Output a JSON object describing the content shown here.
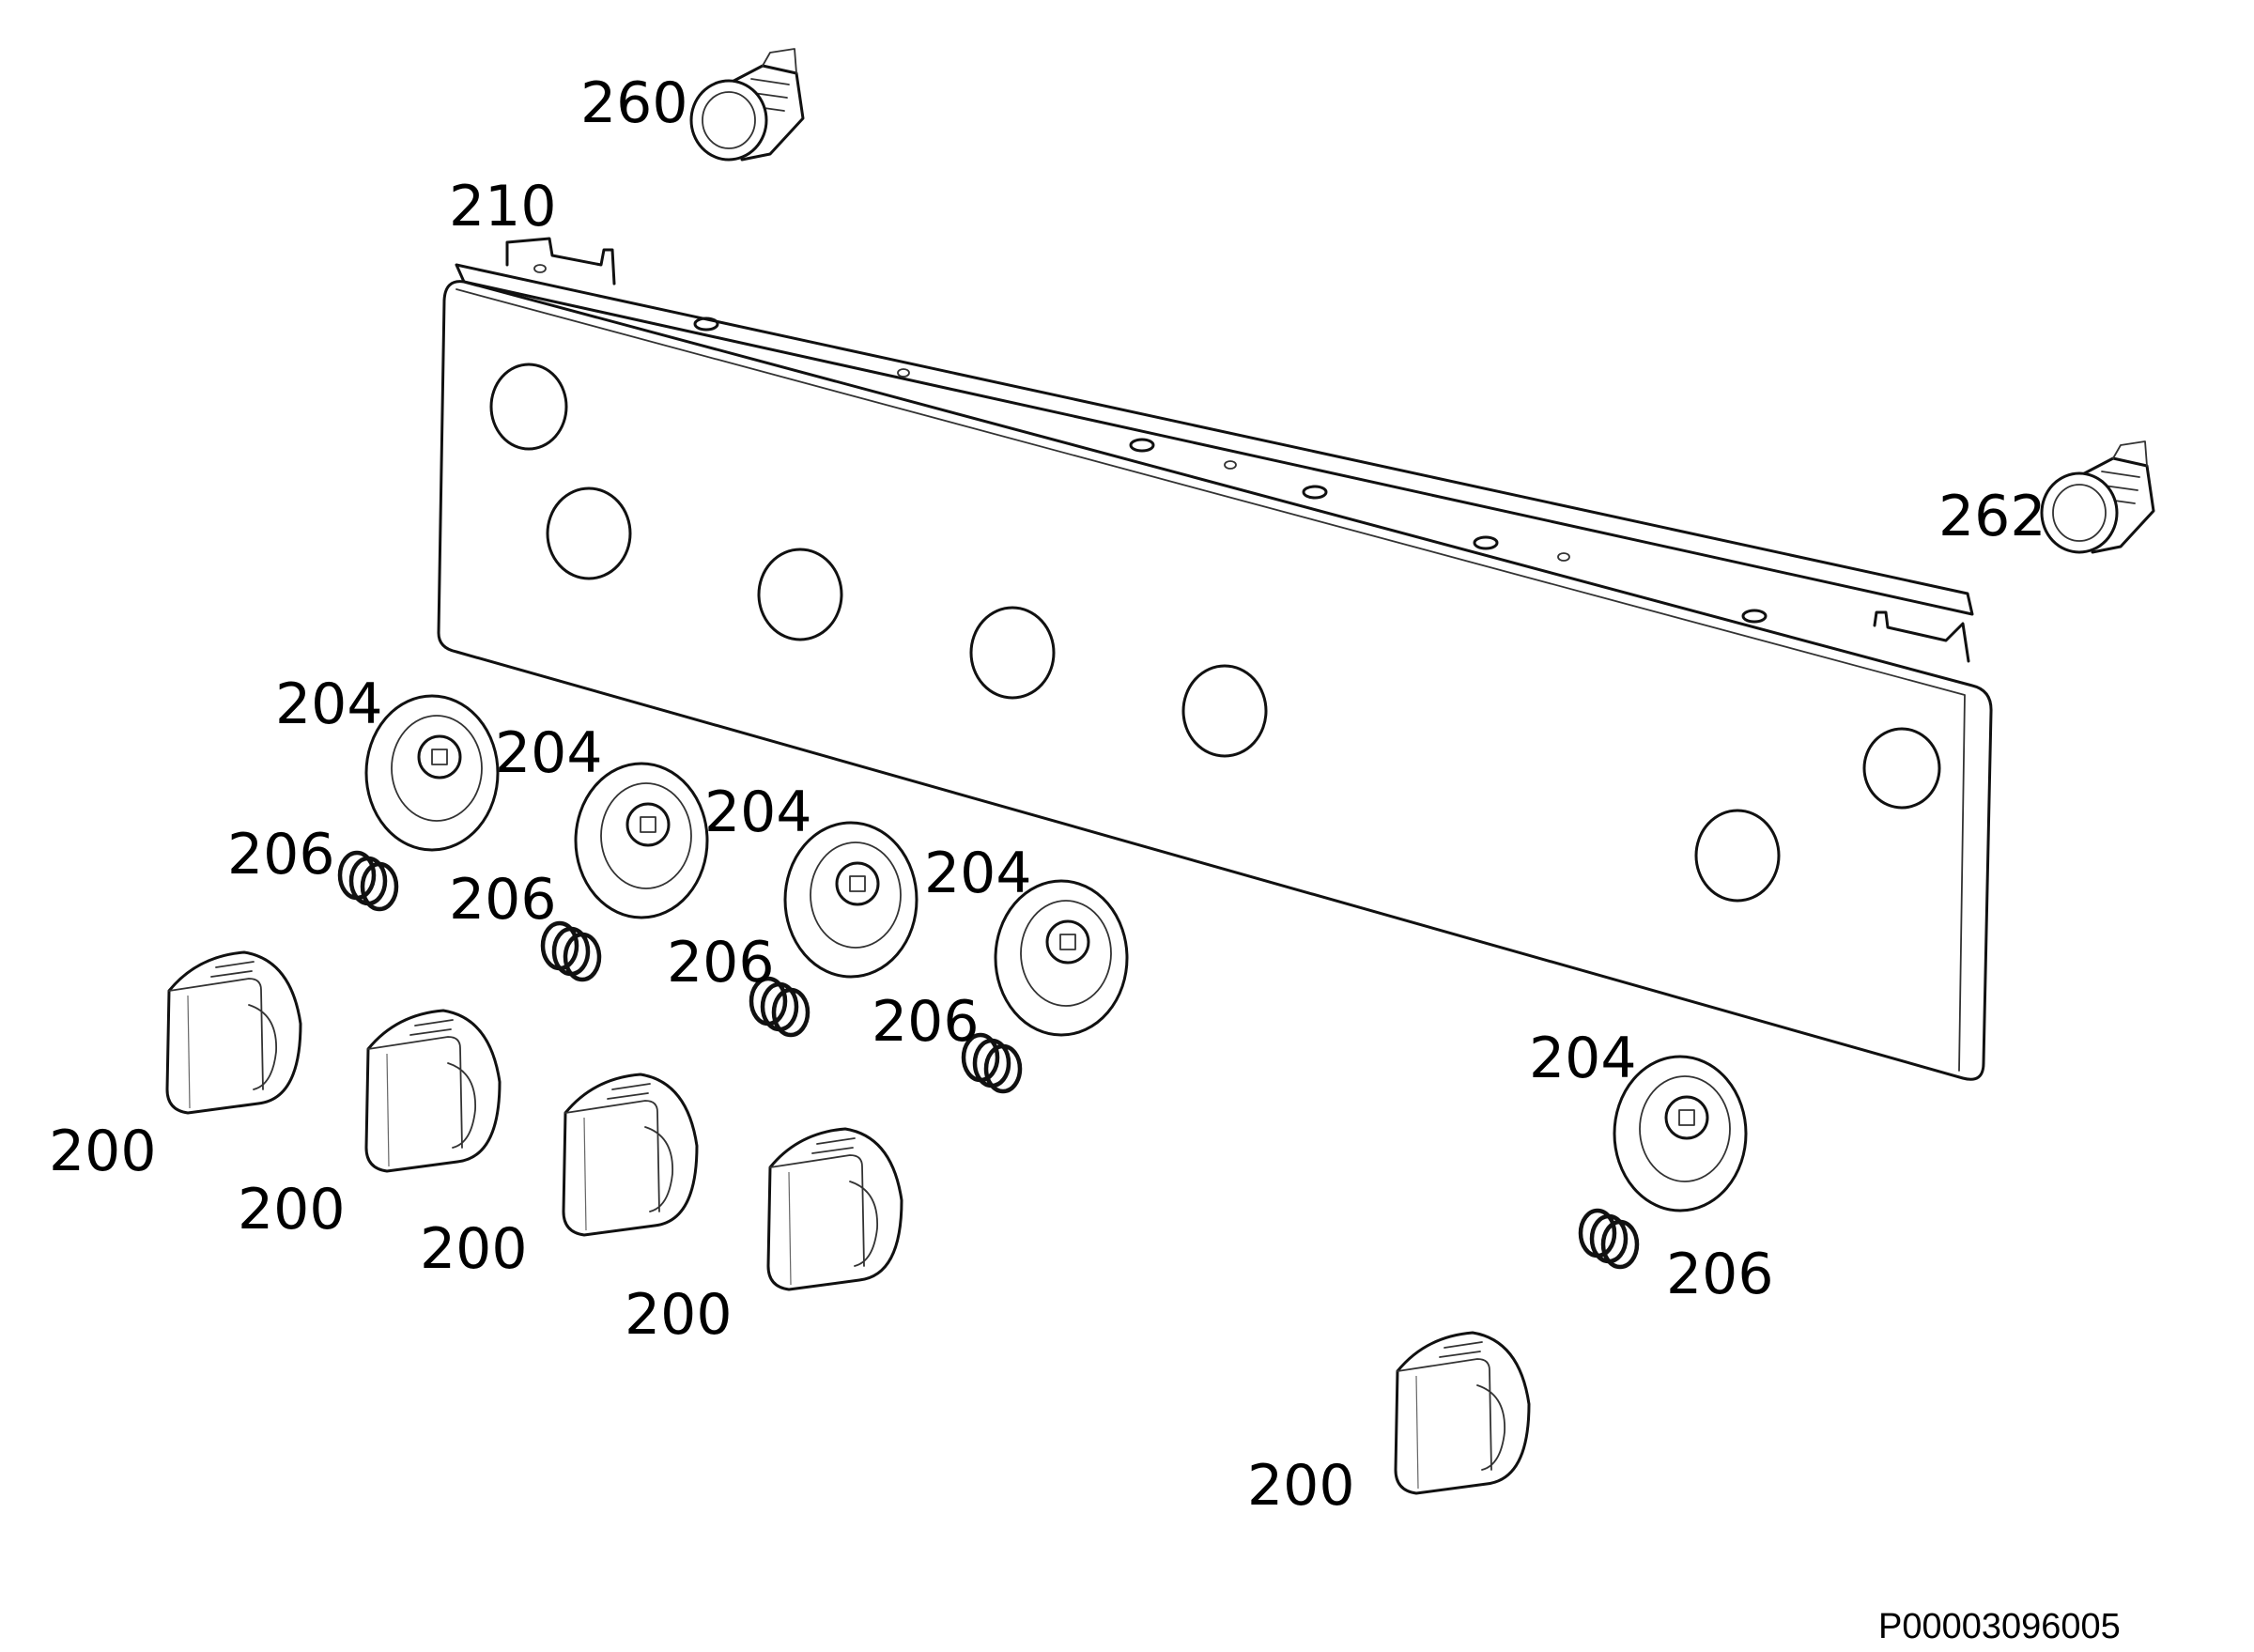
{
  "drawing_number": "P00003096005",
  "labels": {
    "lamp_left": "260",
    "lamp_right": "262",
    "panel": "210",
    "bezel_1": "204",
    "bezel_2": "204",
    "bezel_3": "204",
    "bezel_4": "204",
    "bezel_5": "204",
    "spring_1": "206",
    "spring_2": "206",
    "spring_3": "206",
    "spring_4": "206",
    "spring_5": "206",
    "knob_1": "200",
    "knob_2": "200",
    "knob_3": "200",
    "knob_4": "200",
    "knob_5": "200"
  },
  "colors": {
    "ink": "#111111",
    "background": "#ffffff"
  }
}
